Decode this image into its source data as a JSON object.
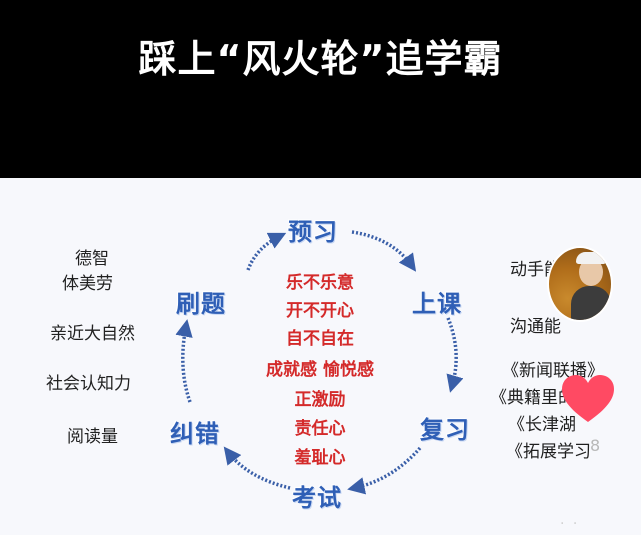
{
  "title": "踩上“风火轮”追学霸",
  "left_items": [
    "德智",
    "体美劳",
    "亲近大自然",
    "社会认知力",
    "阅读量"
  ],
  "stages": {
    "preview": "预习",
    "lesson": "上课",
    "review": "复习",
    "exam": "考试",
    "correct": "纠错",
    "practice": "刷题"
  },
  "center_items": [
    "乐不乐意",
    "开不开心",
    "自不自在",
    "成就感 愉悦感",
    "正激励",
    "责任心",
    "羞耻心"
  ],
  "right_items": [
    "动手能",
    "沟通能",
    "《新闻联播》",
    "《典籍里的",
    "《长津湖",
    "《拓展学习"
  ],
  "watermark": "8",
  "colors": {
    "stage_text": "#2f5fb6",
    "center_text": "#d42a2a",
    "arrow": "#3a5fa8",
    "heart": "#ff4a63"
  },
  "icons": [
    "avatar-photo",
    "heart-icon",
    "cycle-arrow-icon"
  ]
}
